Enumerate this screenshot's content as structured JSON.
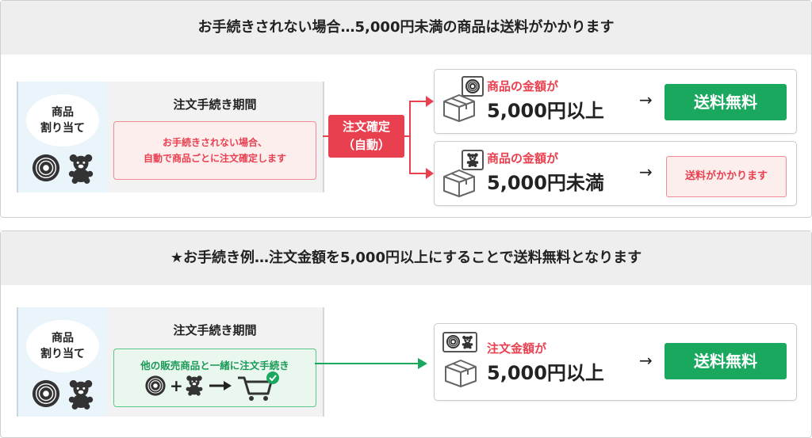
{
  "panel1": {
    "title": "お手続きされない場合…5,000円未満の商品は送料がかかります",
    "assign_line1": "商品",
    "assign_line2": "割り当て",
    "period_title": "注文手続き期間",
    "auto_line1": "お手続きされない場合、",
    "auto_line2": "自動で商品ごとに注文確定します",
    "confirm_line1": "注文確定",
    "confirm_line2": "（自動）",
    "card1": {
      "label": "商品の金額が",
      "value": "5,000円以上",
      "result": "送料無料"
    },
    "card2": {
      "label": "商品の金額が",
      "value": "5,000円未満",
      "result": "送料がかかります"
    }
  },
  "panel2": {
    "title": "★お手続き例…注文金額を5,000円以上にすることで送料無料となります",
    "assign_line1": "商品",
    "assign_line2": "割り当て",
    "period_title": "注文手続き期間",
    "combine_text": "他の販売商品と一緒に注文手続き",
    "plus": "+",
    "card": {
      "label": "注文金額が",
      "value": "5,000円以上",
      "result": "送料無料"
    }
  },
  "icons": [
    "cd-icon",
    "bear-icon",
    "box-icon",
    "cart-icon",
    "check-icon",
    "arrow-right-icon"
  ],
  "colors": {
    "red": "#e94050",
    "green": "#1aa85f",
    "pink_bg": "#fdeeee",
    "green_bg": "#eaf7ef",
    "blue_bg": "#eaf4fb"
  }
}
